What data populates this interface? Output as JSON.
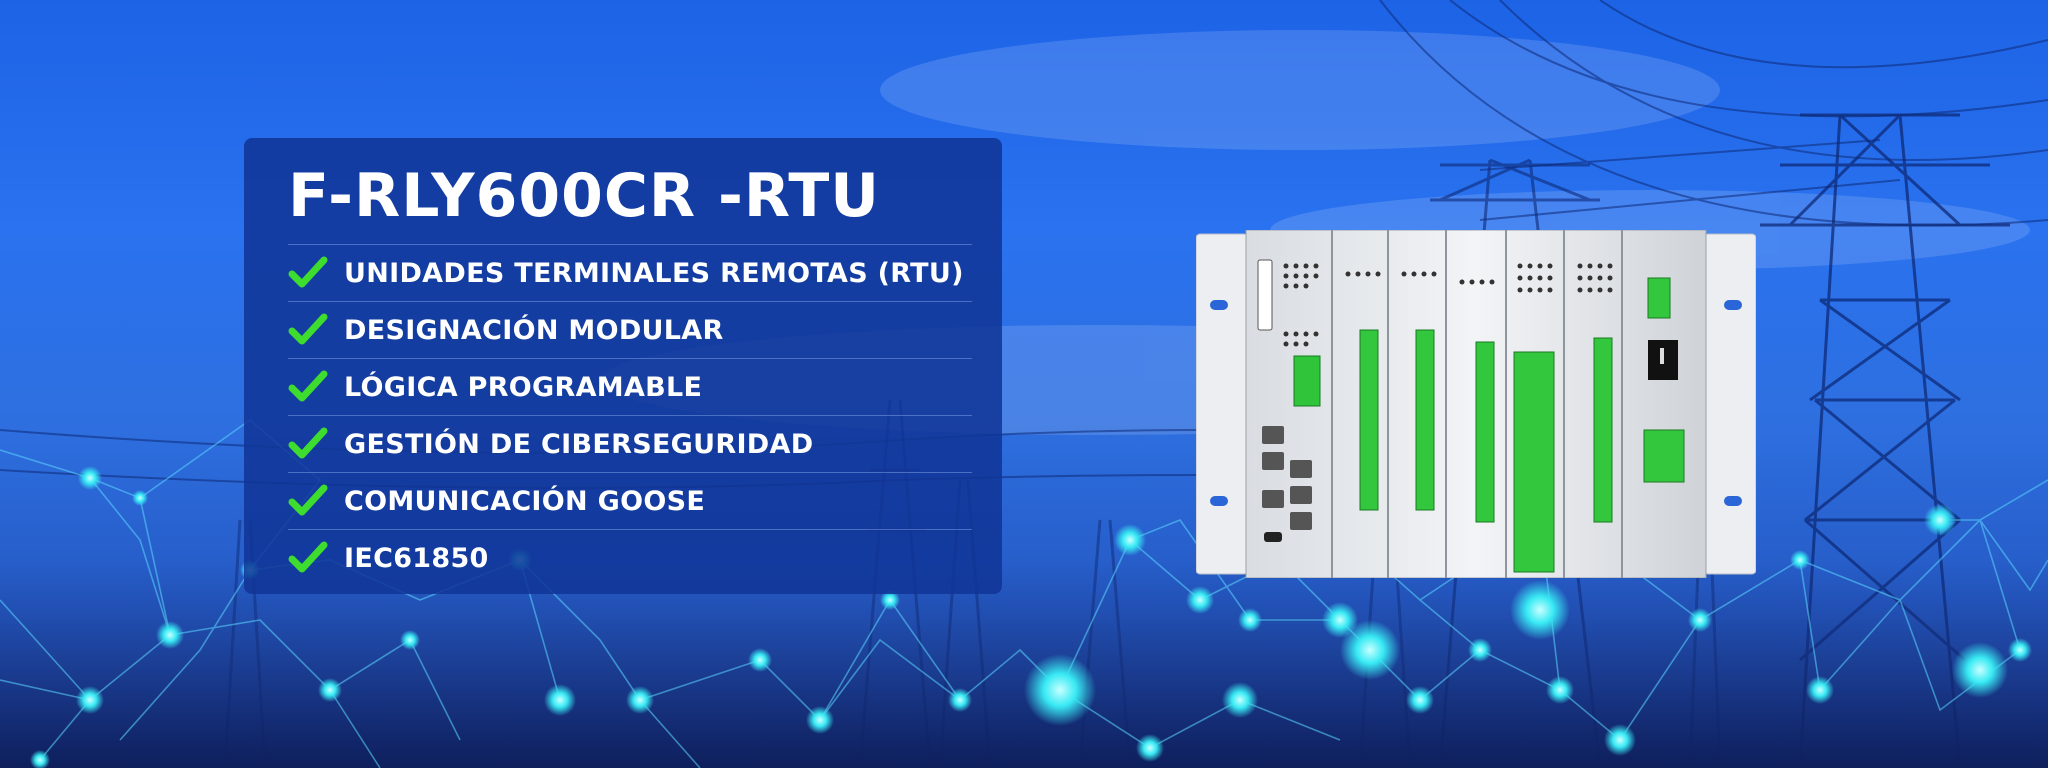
{
  "banner": {
    "title": "F-RLY600CR -RTU",
    "features": [
      {
        "label": "UNIDADES TERMINALES REMOTAS (RTU)",
        "icon": "check-icon"
      },
      {
        "label": "DESIGNACIÓN MODULAR",
        "icon": "check-icon"
      },
      {
        "label": "LÓGICA PROGRAMABLE",
        "icon": "check-icon"
      },
      {
        "label": "GESTIÓN DE CIBERSEGURIDAD",
        "icon": "check-icon"
      },
      {
        "label": "COMUNICACIÓN GOOSE",
        "icon": "check-icon"
      },
      {
        "label": "IEC61850",
        "icon": "check-icon"
      }
    ]
  },
  "colors": {
    "background_blue": "#2a72ef",
    "panel_blue": "#103496",
    "check_green": "#3ddc2e",
    "network_cyan": "#29e6f2"
  }
}
